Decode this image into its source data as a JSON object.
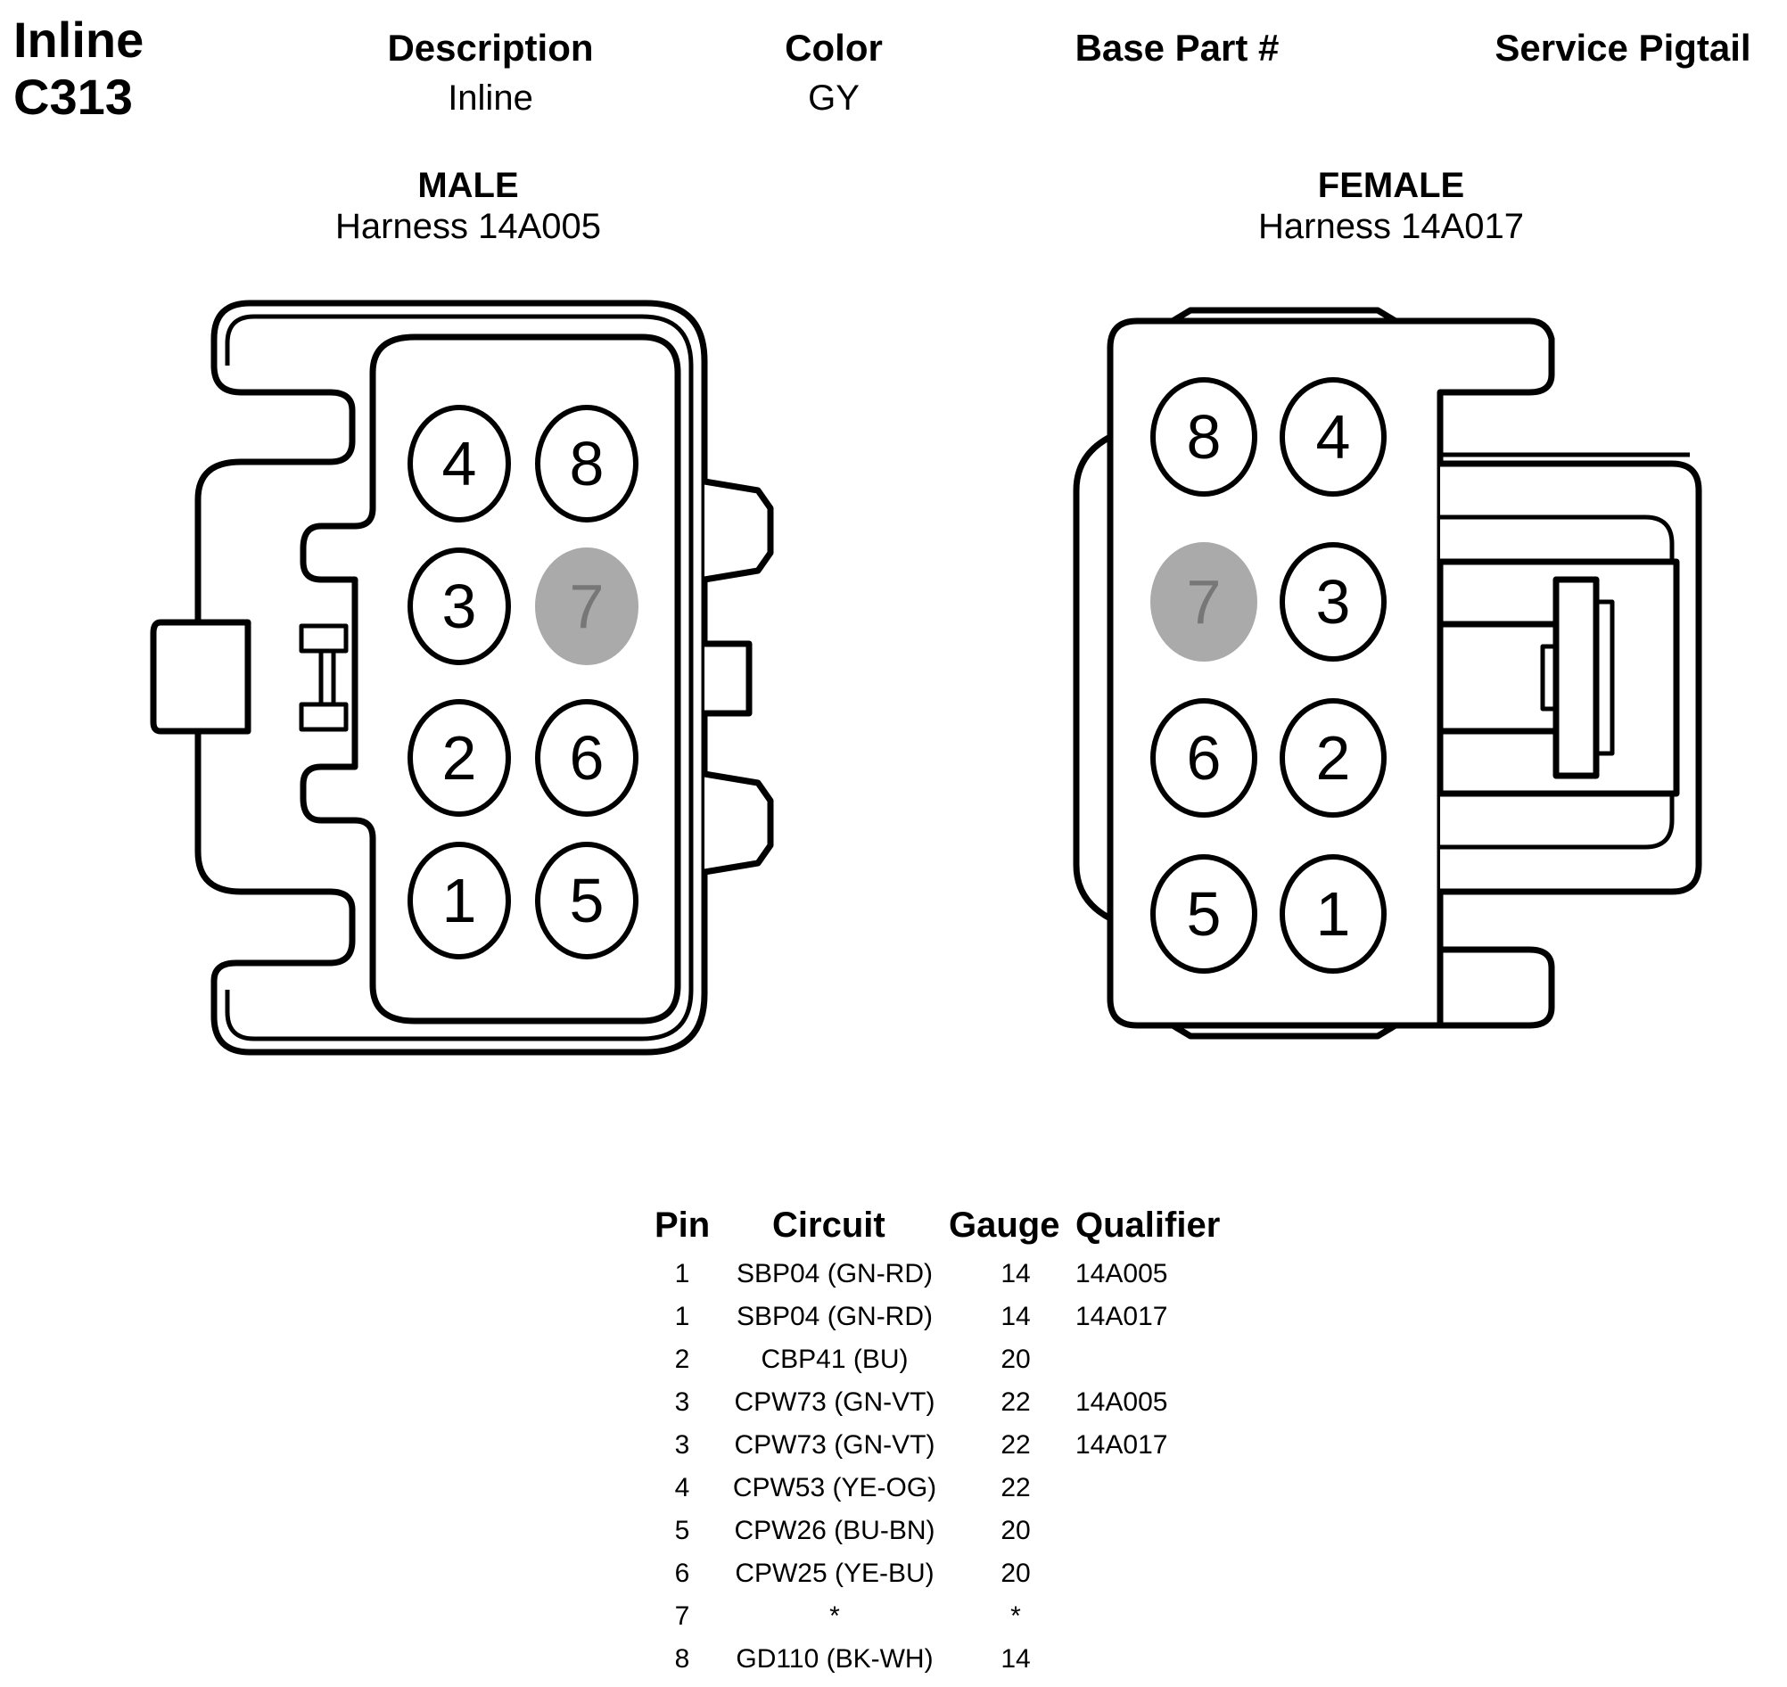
{
  "connector": {
    "title_line1": "Inline",
    "title_line2": "C313"
  },
  "header": {
    "description_label": "Description",
    "description_value": "Inline",
    "color_label": "Color",
    "color_value": "GY",
    "base_part_label": "Base Part #",
    "base_part_value": "",
    "service_pigtail_label": "Service Pigtail",
    "service_pigtail_value": ""
  },
  "views": {
    "male": {
      "label": "MALE",
      "harness": "Harness 14A005",
      "pins": [
        {
          "num": "4",
          "unused": false
        },
        {
          "num": "8",
          "unused": false
        },
        {
          "num": "3",
          "unused": false
        },
        {
          "num": "7",
          "unused": true
        },
        {
          "num": "2",
          "unused": false
        },
        {
          "num": "6",
          "unused": false
        },
        {
          "num": "1",
          "unused": false
        },
        {
          "num": "5",
          "unused": false
        }
      ]
    },
    "female": {
      "label": "FEMALE",
      "harness": "Harness 14A017",
      "pins": [
        {
          "num": "8",
          "unused": false
        },
        {
          "num": "4",
          "unused": false
        },
        {
          "num": "7",
          "unused": true
        },
        {
          "num": "3",
          "unused": false
        },
        {
          "num": "6",
          "unused": false
        },
        {
          "num": "2",
          "unused": false
        },
        {
          "num": "5",
          "unused": false
        },
        {
          "num": "1",
          "unused": false
        }
      ]
    }
  },
  "pin_table": {
    "headers": {
      "pin": "Pin",
      "circuit": "Circuit",
      "gauge": "Gauge",
      "qualifier": "Qualifier"
    },
    "rows": [
      {
        "pin": "1",
        "circuit": "SBP04 (GN-RD)",
        "gauge": "14",
        "qualifier": "14A005"
      },
      {
        "pin": "1",
        "circuit": "SBP04 (GN-RD)",
        "gauge": "14",
        "qualifier": "14A017"
      },
      {
        "pin": "2",
        "circuit": "CBP41 (BU)",
        "gauge": "20",
        "qualifier": ""
      },
      {
        "pin": "3",
        "circuit": "CPW73 (GN-VT)",
        "gauge": "22",
        "qualifier": "14A005"
      },
      {
        "pin": "3",
        "circuit": "CPW73 (GN-VT)",
        "gauge": "22",
        "qualifier": "14A017"
      },
      {
        "pin": "4",
        "circuit": "CPW53 (YE-OG)",
        "gauge": "22",
        "qualifier": ""
      },
      {
        "pin": "5",
        "circuit": "CPW26 (BU-BN)",
        "gauge": "20",
        "qualifier": ""
      },
      {
        "pin": "6",
        "circuit": "CPW25 (YE-BU)",
        "gauge": "20",
        "qualifier": ""
      },
      {
        "pin": "7",
        "circuit": "*",
        "gauge": "*",
        "qualifier": ""
      },
      {
        "pin": "8",
        "circuit": "GD110 (BK-WH)",
        "gauge": "14",
        "qualifier": ""
      }
    ]
  },
  "colors": {
    "unused_pin_fill": "#aaaaaa",
    "line": "#000000"
  }
}
